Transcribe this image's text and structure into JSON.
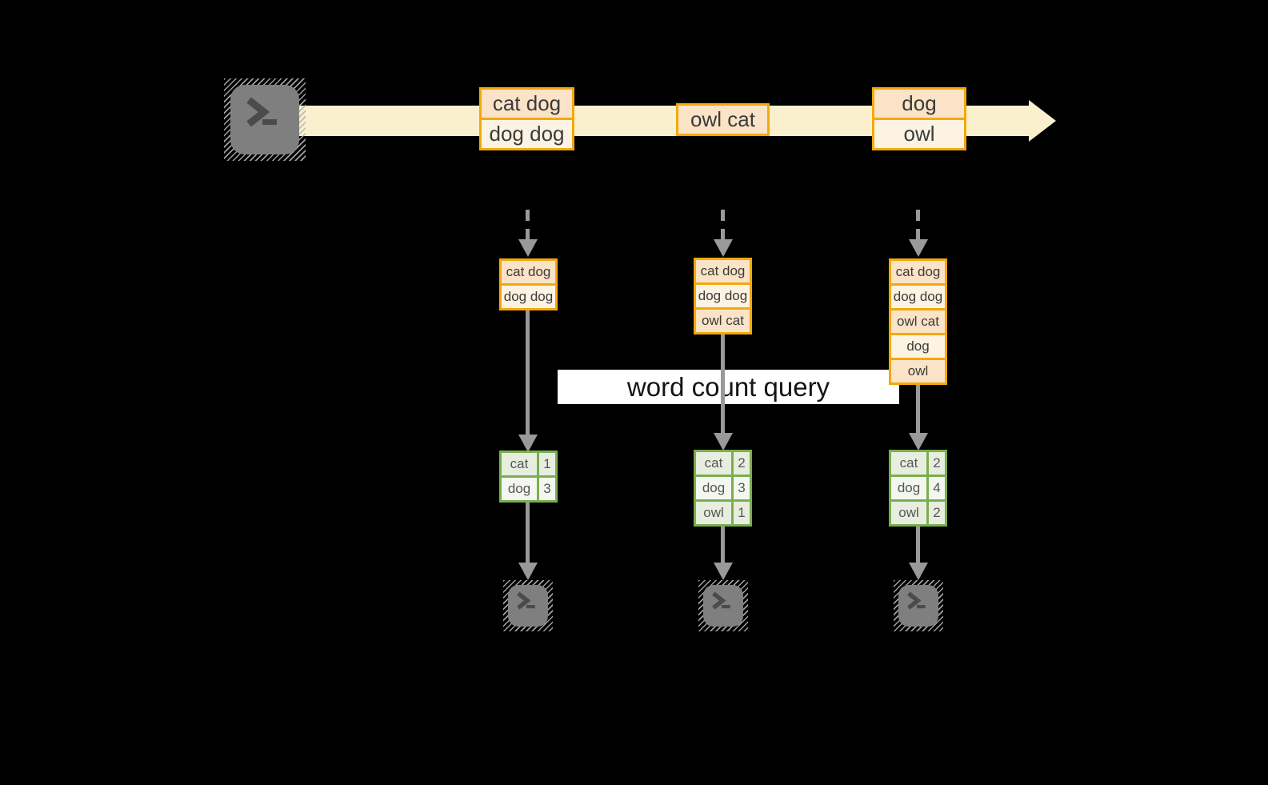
{
  "diagram": {
    "background": "#000000",
    "title_band": {
      "label": "word count query"
    },
    "colors": {
      "stream_fill": "#FBF0CE",
      "event_border": "#F2A90A",
      "event_fill_peach": "#FAE3C6",
      "event_fill_cream": "#FCF3E2",
      "table_border": "#7AAE4E",
      "table_fill": "#E7EEDF",
      "table_fill_light": "#F4F7EF",
      "arrow_gray": "#999999",
      "terminal_gray": "#7F7F7F"
    },
    "source_terminal": {
      "icon": "terminal-prompt-icon"
    },
    "stream_events": [
      {
        "lines": [
          "cat dog",
          "dog dog"
        ]
      },
      {
        "lines": [
          "owl cat"
        ]
      },
      {
        "lines": [
          "dog",
          "owl"
        ]
      }
    ],
    "columns": [
      {
        "buffer": [
          "cat dog",
          "dog dog"
        ],
        "counts": [
          {
            "word": "cat",
            "count": "1"
          },
          {
            "word": "dog",
            "count": "3"
          }
        ]
      },
      {
        "buffer": [
          "cat dog",
          "dog dog",
          "owl cat"
        ],
        "counts": [
          {
            "word": "cat",
            "count": "2"
          },
          {
            "word": "dog",
            "count": "3"
          },
          {
            "word": "owl",
            "count": "1"
          }
        ]
      },
      {
        "buffer": [
          "cat dog",
          "dog dog",
          "owl cat",
          "dog",
          "owl"
        ],
        "counts": [
          {
            "word": "cat",
            "count": "2"
          },
          {
            "word": "dog",
            "count": "4"
          },
          {
            "word": "owl",
            "count": "2"
          }
        ]
      }
    ]
  }
}
